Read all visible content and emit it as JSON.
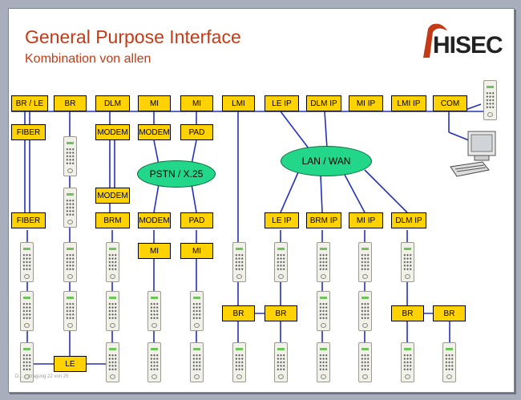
{
  "slide": {
    "title": "General Purpose Interface",
    "subtitle": "Kombination von allen",
    "logo_text": "HISEC",
    "footer": "D...  ...rtragung 22 von 25"
  },
  "diagram": {
    "top_bus": [
      "BR / LE",
      "BR",
      "DLM",
      "MI",
      "MI",
      "LMI",
      "LE IP",
      "DLM IP",
      "MI IP",
      "LMI IP",
      "COM"
    ],
    "fiber_top": "FIBER",
    "fiber_bottom": "FIBER",
    "modem_top_dlm": "MODEM",
    "modem_mid_dlm": "MODEM",
    "brm": "BRM",
    "modem_top_mi": "MODEM",
    "pad_top": "PAD",
    "pstn": "PSTN / X.25",
    "lan": "LAN / WAN",
    "modem_bottom_mi": "MODEM",
    "pad_bottom": "PAD",
    "mi_bottom_1": "MI",
    "mi_bottom_2": "MI",
    "lan_branches": [
      "LE IP",
      "BRM IP",
      "MI IP",
      "DLM IP"
    ],
    "br_pair_1": [
      "BR",
      "BR"
    ],
    "br_pair_2": [
      "BR",
      "BR"
    ],
    "le_bottom": "LE"
  },
  "colors": {
    "box_fill": "#ffd200",
    "cloud_fill": "#22d68a",
    "line": "#2430b8",
    "title": "#c33a16"
  }
}
